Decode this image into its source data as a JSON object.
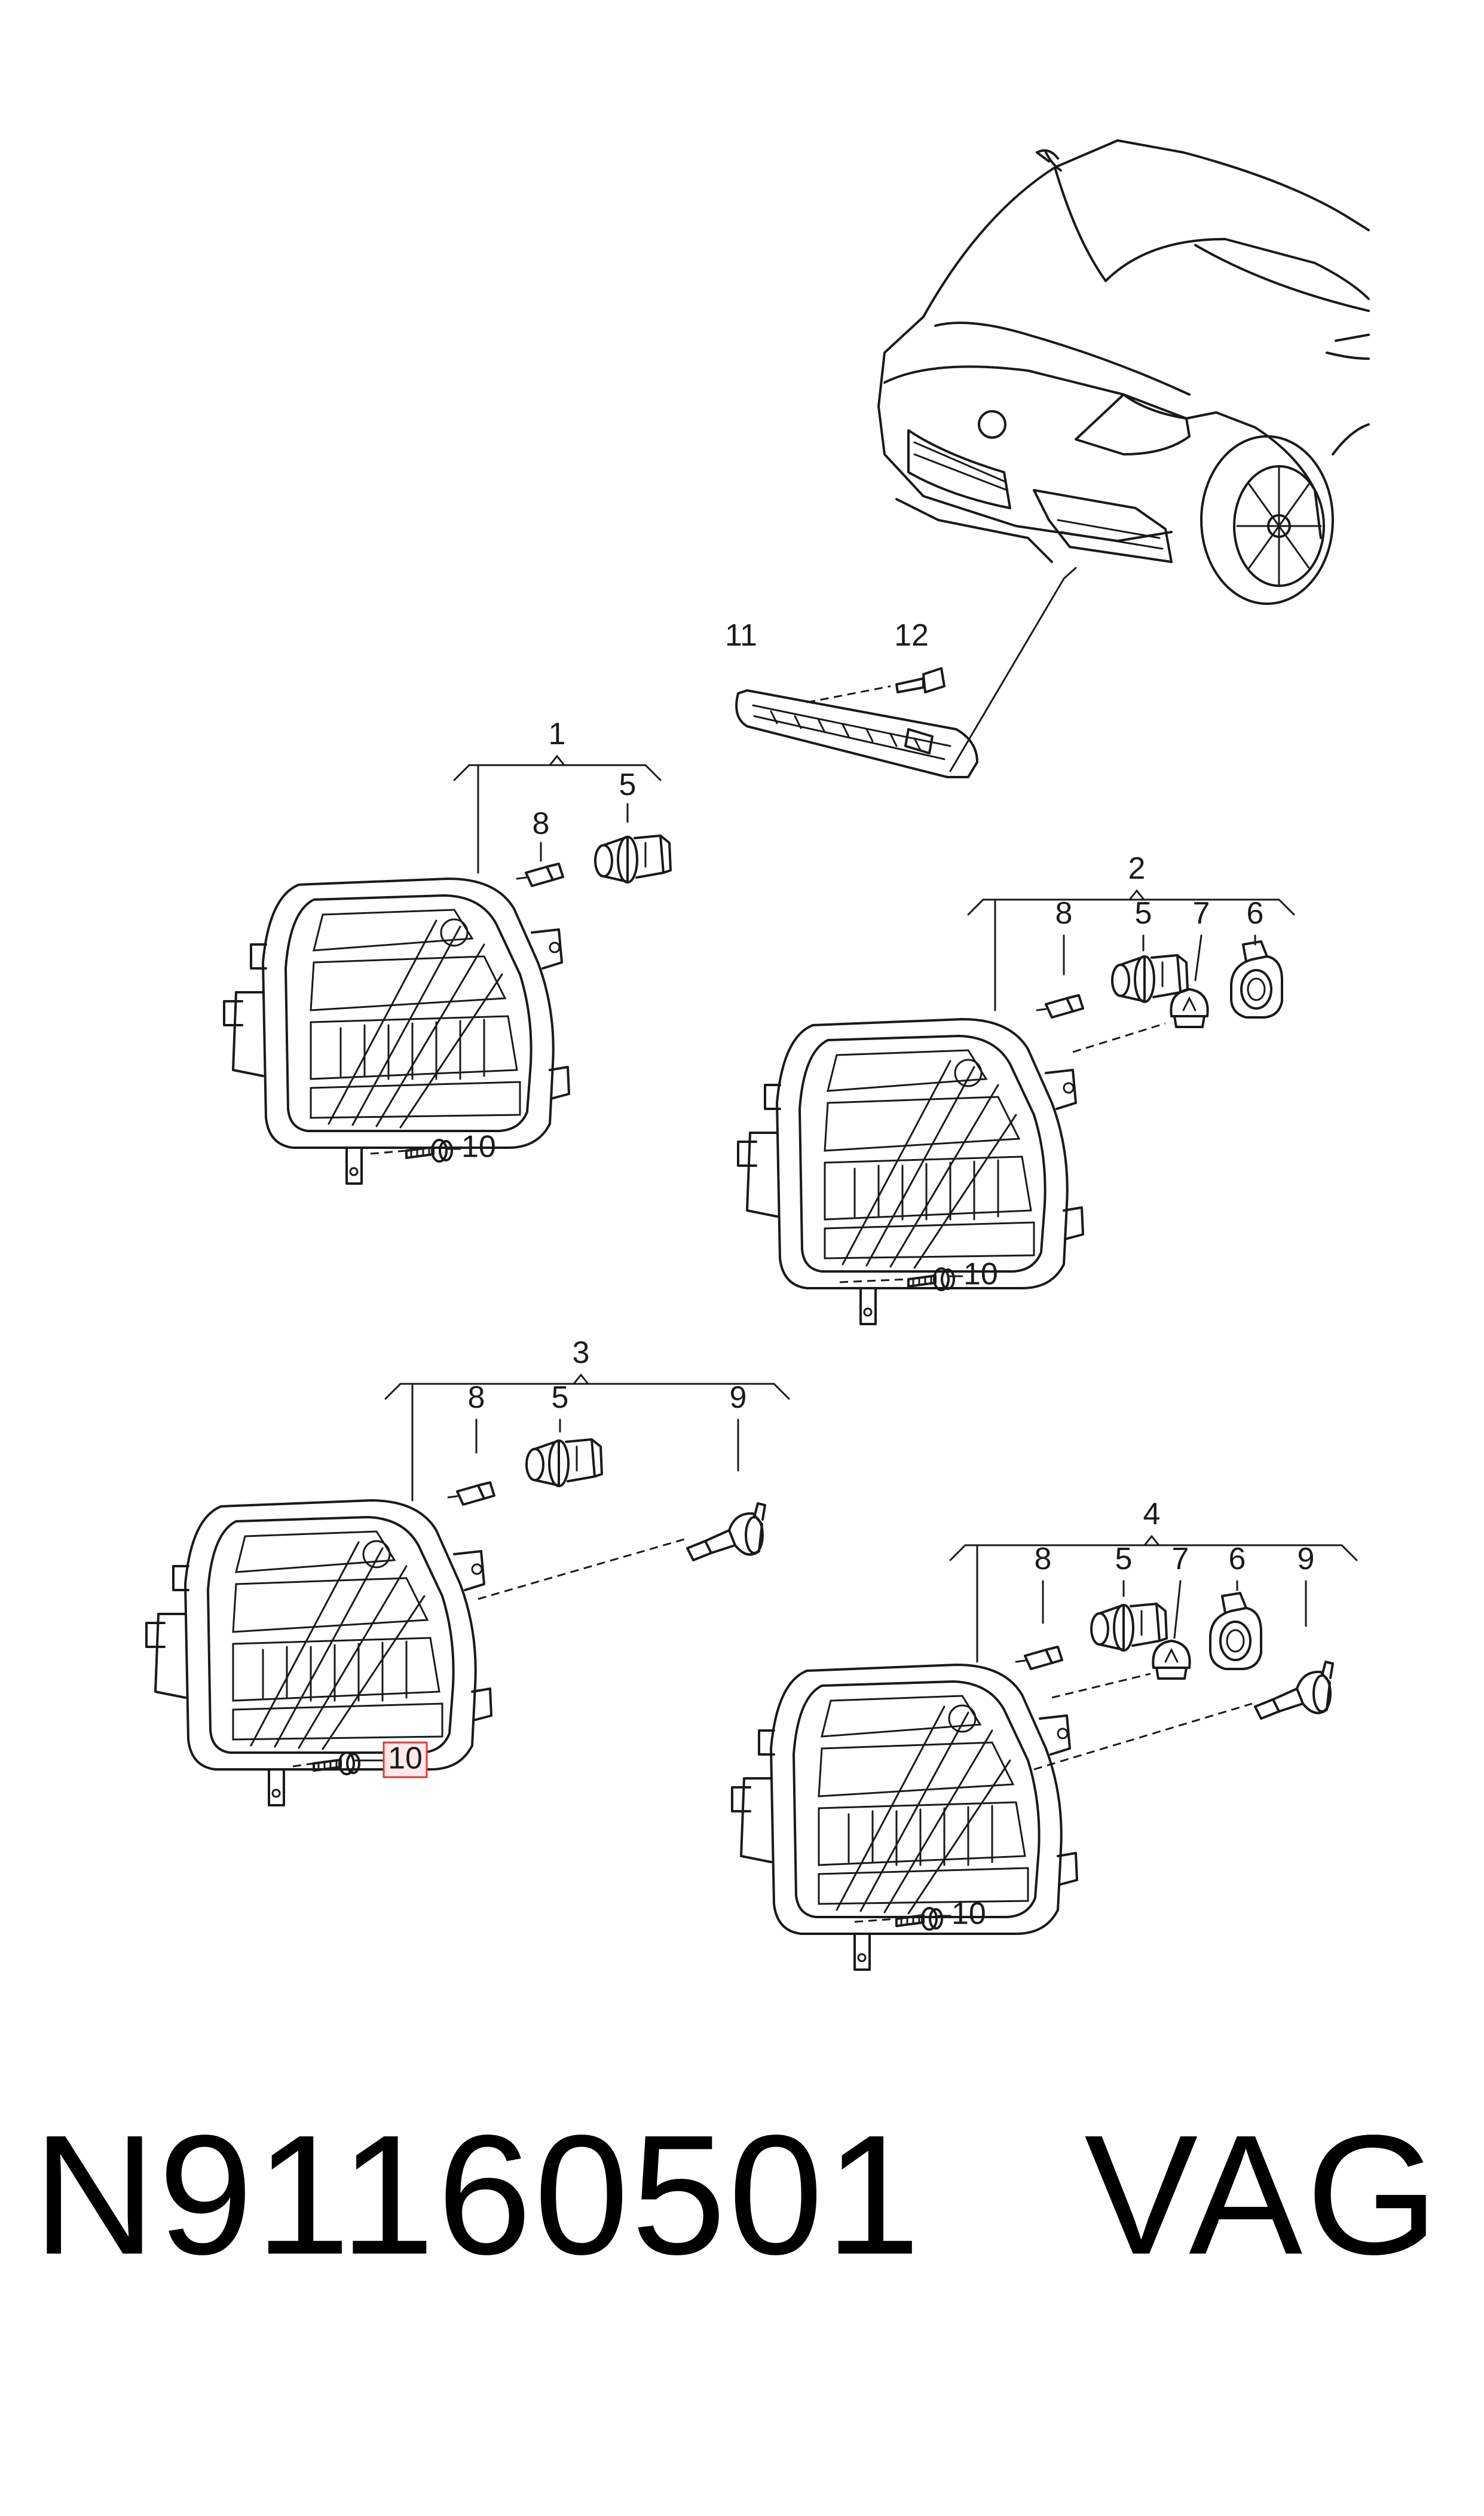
{
  "callouts": {
    "c1": "1",
    "c2": "2",
    "c3": "3",
    "c4": "4",
    "c5a": "5",
    "c5b": "5",
    "c5c": "5",
    "c5d": "5",
    "c6a": "6",
    "c6b": "6",
    "c7a": "7",
    "c7b": "7",
    "c8a": "8",
    "c8b": "8",
    "c8c": "8",
    "c8d": "8",
    "c9a": "9",
    "c9b": "9",
    "c10a": "10",
    "c10b": "10",
    "c10c": "10",
    "c10d": "10",
    "c11": "11",
    "c12": "12"
  },
  "highlighted_callout": "10",
  "footer": {
    "part_number": "N91160501",
    "brand": "VAG"
  },
  "colors": {
    "line": "#1a1a1a",
    "highlight_border": "#e03a3a",
    "highlight_fill": "#ffe9ea"
  }
}
